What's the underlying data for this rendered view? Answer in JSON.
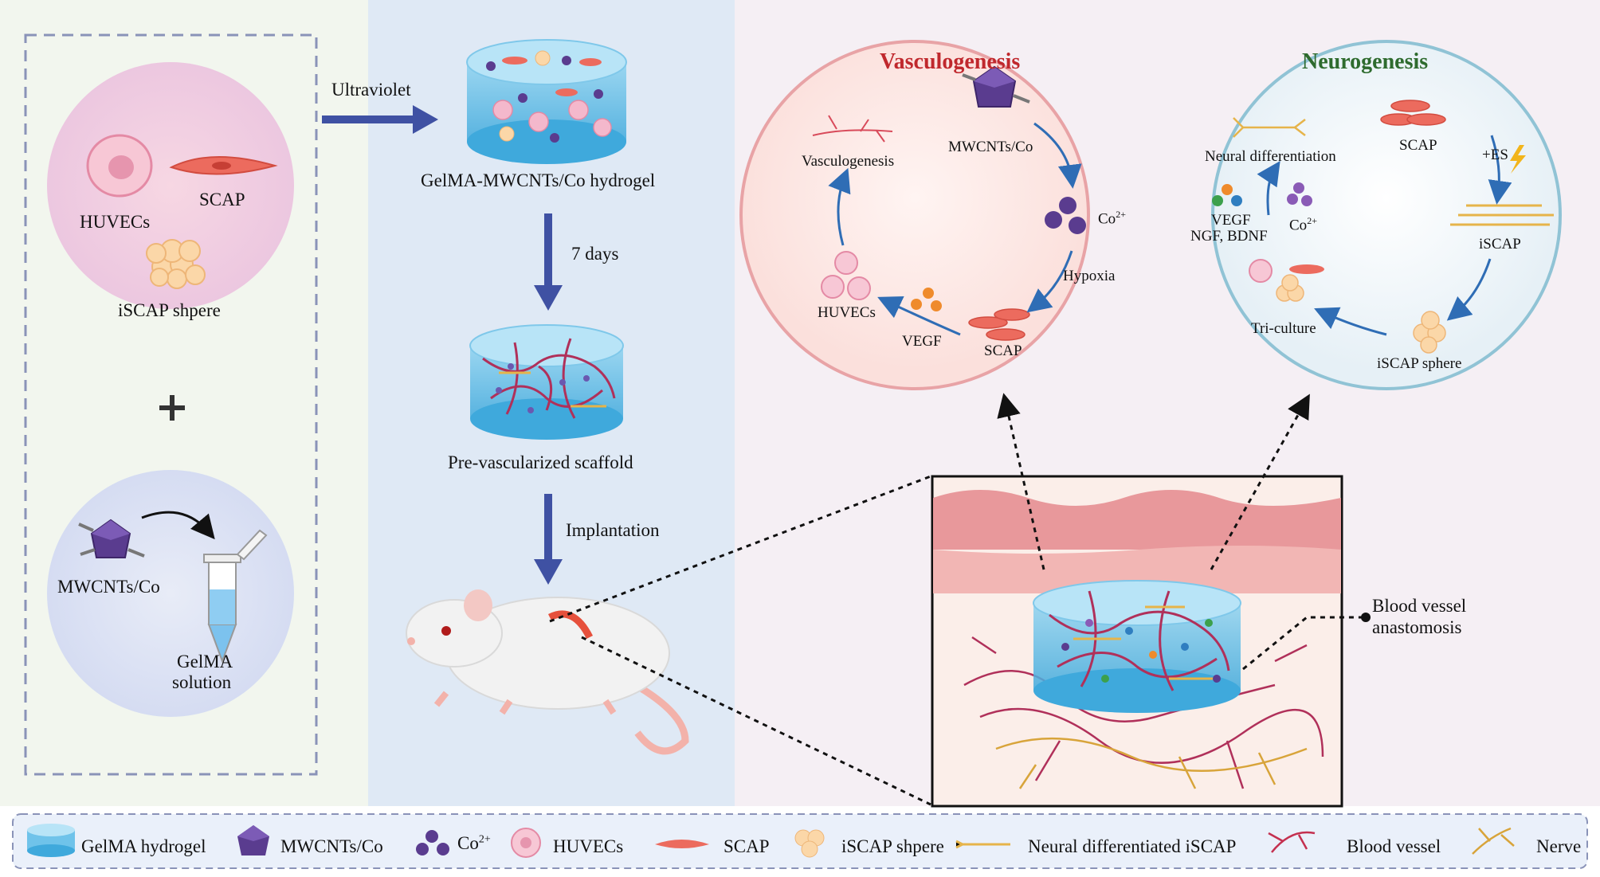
{
  "left_panel": {
    "cells": {
      "huvecs": "HUVECs",
      "scap": "SCAP",
      "iscap_sphere": "iSCAP shpere"
    },
    "plus": "+",
    "materials": {
      "mwcnts": "MWCNTs/Co",
      "gelma_line1": "GelMA",
      "gelma_line2": "solution"
    }
  },
  "middle_panel": {
    "ultraviolet": "Ultraviolet",
    "hydrogel_label": "GelMA-MWCNTs/Co hydrogel",
    "seven_days": "7 days",
    "scaffold_label": "Pre-vascularized scaffold",
    "implantation": "Implantation"
  },
  "vasculogenesis": {
    "title": "Vasculogenesis",
    "title_color": "#c0282d",
    "vasculogenesis_label": "Vasculogenesis",
    "mwcnts_label": "MWCNTs/Co",
    "co_label": "Co",
    "co_sup": "2+",
    "hypoxia": "Hypoxia",
    "scap": "SCAP",
    "vegf": "VEGF",
    "huvecs": "HUVECs"
  },
  "neurogenesis": {
    "title": "Neurogenesis",
    "title_color": "#2e6b2e",
    "neural_diff": "Neural differentiation",
    "scap": "SCAP",
    "es": "+ES",
    "iscap": "iSCAP",
    "iscap_sphere": "iSCAP sphere",
    "triculture": "Tri-culture",
    "vegf": "VEGF",
    "ngf_bdnf": "NGF, BDNF",
    "co_label": "Co",
    "co_sup": "2+"
  },
  "tissue": {
    "anastomosis_line1": "Blood vessel",
    "anastomosis_line2": "anastomosis"
  },
  "legend": {
    "gelma": "GelMA hydrogel",
    "mwcnts": "MWCNTs/Co",
    "co": "Co",
    "co_sup": "2+",
    "huvecs": "HUVECs",
    "scap": "SCAP",
    "iscap": "iSCAP shpere",
    "neural": "Neural differentiated iSCAP",
    "vessel": "Blood vessel",
    "nerve": "Nerve"
  }
}
